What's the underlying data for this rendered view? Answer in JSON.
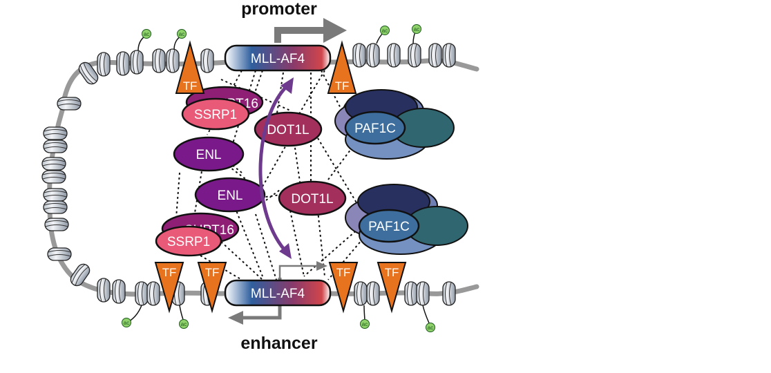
{
  "labels": {
    "promoter": "promoter",
    "enhancer": "enhancer",
    "mll_af4": "MLL-AF4",
    "tf": "TF",
    "paf1c": "PAF1C",
    "dot1l": "DOT1L",
    "enl": "ENL",
    "ssrp1": "SSRP1",
    "supt16": "SUPT16",
    "ac": "ac"
  },
  "colors": {
    "tf_fill": "#e8731e",
    "mll_left": "#2f5f9e",
    "mll_right": "#c9464e",
    "enl": "#7a1a8a",
    "dot1l": "#a3305c",
    "ssrp1": "#e85a78",
    "paf1c_main": "#3d6e9e",
    "paf1c_dark": "#22305f",
    "paf1c_teal": "#2f6670",
    "ac_fill": "#8fd16a",
    "arrow_gray": "#7a7a7a",
    "purple_arrow": "#6e3a8e"
  }
}
